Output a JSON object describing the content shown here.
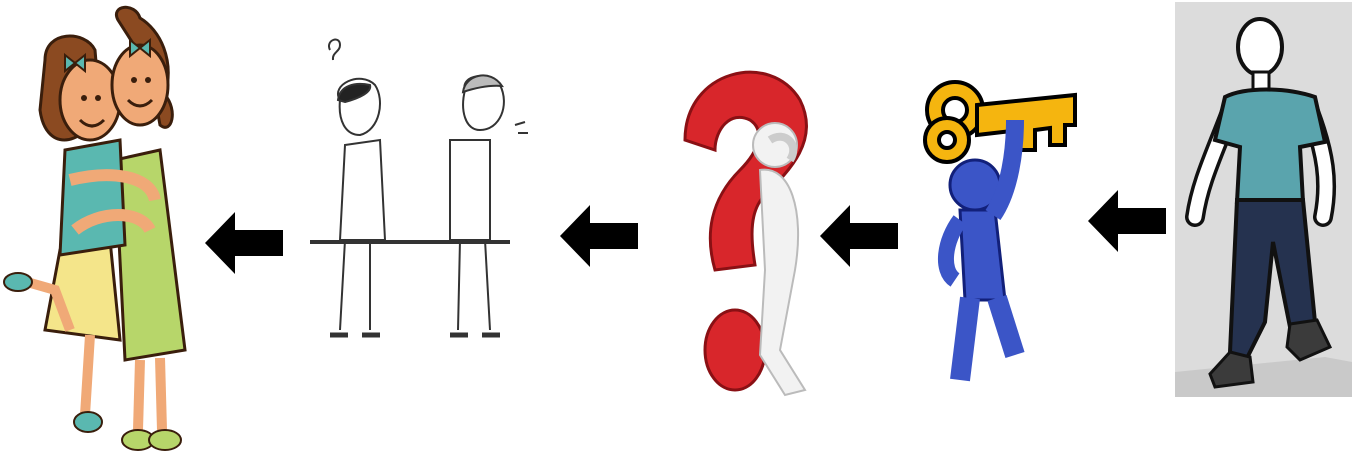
{
  "diagram": {
    "flow_direction": "right-to-left",
    "stages": [
      {
        "id": "walking-man",
        "icon": "walking-person-icon"
      },
      {
        "id": "key-holder",
        "icon": "key-figure-icon"
      },
      {
        "id": "question-mark",
        "icon": "question-mark-figure-icon"
      },
      {
        "id": "sulking-pair",
        "icon": "sulking-pair-icon"
      },
      {
        "id": "hugging-girls",
        "icon": "hugging-girls-icon"
      }
    ],
    "arrow_count": 4,
    "colors": {
      "arrow": "#000000",
      "background": "#ffffff",
      "walker_panel_bg": "#dcdcdc",
      "shirt": "#5aa4ad",
      "pants": "#25324f",
      "key": "#f5b50f",
      "key_figure": "#3b55c7",
      "question_mark": "#d8262b",
      "girl_dress_left": "#f4e58a",
      "girl_dress_right": "#b7d66a",
      "girl_top": "#5ab8b0",
      "hair": "#8b4a21"
    }
  }
}
